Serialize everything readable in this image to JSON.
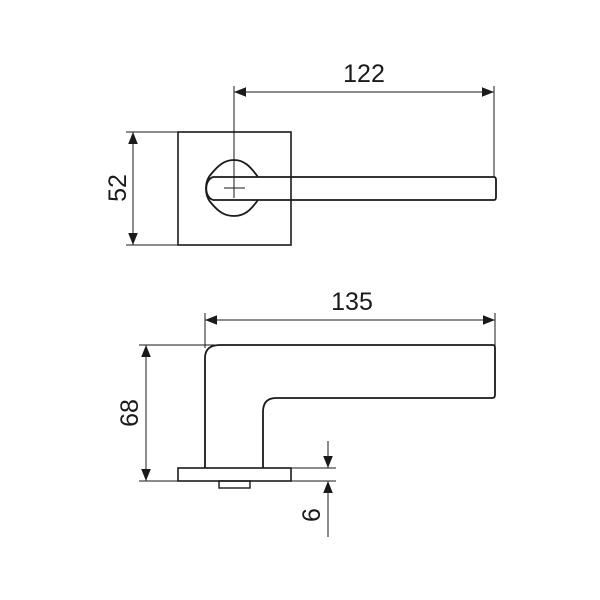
{
  "drawing": {
    "subject": "door lever handle on square rose",
    "line_color": "#1a1a1a",
    "background": "#ffffff"
  },
  "top_view": {
    "dimensions": {
      "lever_length": "122",
      "rose_size": "52"
    }
  },
  "side_view": {
    "dimensions": {
      "overall_length": "135",
      "height": "68",
      "rose_thickness": "6"
    }
  }
}
